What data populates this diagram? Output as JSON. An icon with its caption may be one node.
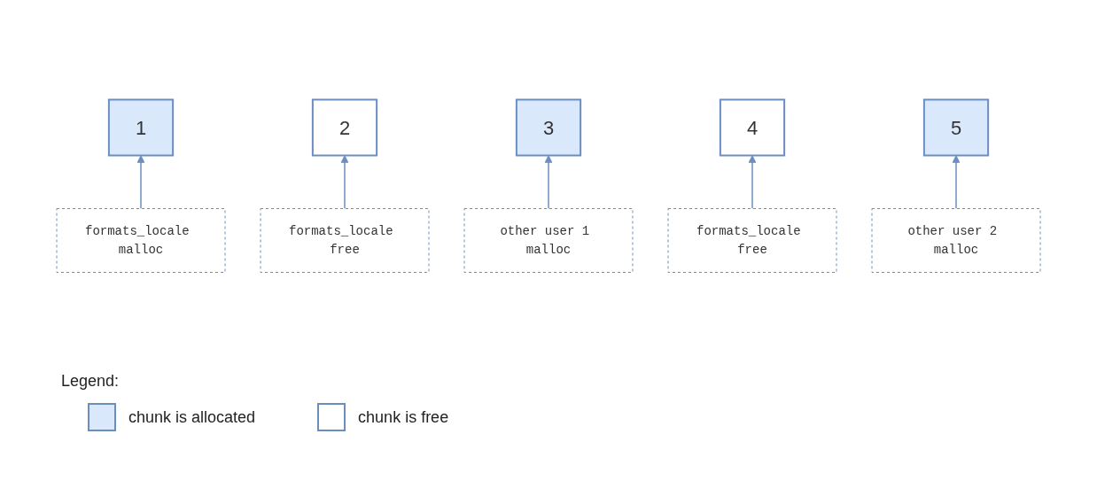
{
  "diagram": {
    "nodes": [
      {
        "text": [
          "1"
        ]
      },
      {
        "text": [
          "2"
        ]
      },
      {
        "text": [
          "3"
        ]
      },
      {
        "text": [
          "4"
        ]
      },
      {
        "text": [
          "5"
        ]
      },
      {
        "text": [
          "formats_locale malloc"
        ]
      },
      {
        "text": [
          "formats_locale free"
        ]
      },
      {
        "text": [
          "other user 1 malloc"
        ]
      },
      {
        "text": [
          "formats_locale free"
        ]
      },
      {
        "text": [
          "other user 2 malloc"
        ]
      }
    ],
    "edges": [
      {
        "from": 5,
        "to": 0,
        "arrow": "to"
      },
      {
        "from": 6,
        "to": 1,
        "arrow": "to"
      },
      {
        "from": 7,
        "to": 2,
        "arrow": "to"
      },
      {
        "from": 8,
        "to": 3,
        "arrow": "to"
      },
      {
        "from": 9,
        "to": 4,
        "arrow": "to"
      }
    ],
    "labels": [
      "Legend:"
    ],
    "legend": [
      {
        "text": "chunk is allocated",
        "color": "#dae8fc"
      },
      {
        "text": "chunk is free",
        "color": "#ffffff"
      }
    ]
  }
}
